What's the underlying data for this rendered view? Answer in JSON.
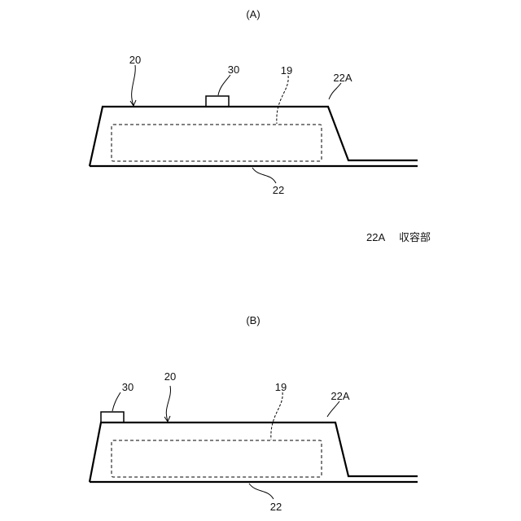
{
  "figure_a": {
    "caption": "(A)",
    "labels": {
      "housing": "20",
      "component": "30",
      "inner": "19",
      "recess": "22A",
      "base": "22"
    }
  },
  "figure_b": {
    "caption": "(B)",
    "labels": {
      "housing": "20",
      "component": "30",
      "inner": "19",
      "recess": "22A",
      "base": "22"
    }
  },
  "legend": {
    "code": "22A",
    "text": "収容部"
  }
}
